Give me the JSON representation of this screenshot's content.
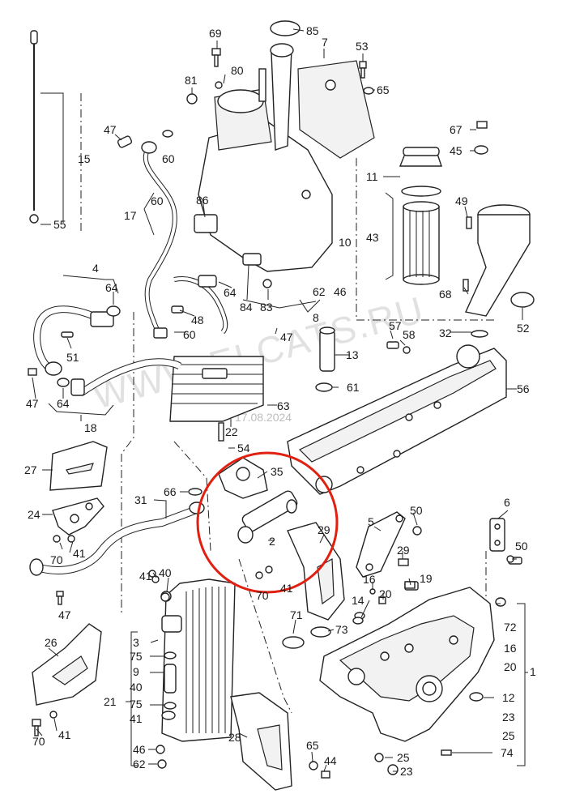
{
  "watermark": {
    "text": "WWW.ELCATS.RU",
    "date": "17.08.2024"
  },
  "highlight_color": "#e02010",
  "callouts": [
    {
      "id": "c85",
      "text": "85"
    },
    {
      "id": "c7",
      "text": "7"
    },
    {
      "id": "c69",
      "text": "69"
    },
    {
      "id": "c53",
      "text": "53"
    },
    {
      "id": "c65a",
      "text": "65"
    },
    {
      "id": "c80",
      "text": "80"
    },
    {
      "id": "c81",
      "text": "81"
    },
    {
      "id": "c15",
      "text": "15"
    },
    {
      "id": "c55",
      "text": "55"
    },
    {
      "id": "c47a",
      "text": "47"
    },
    {
      "id": "c60a",
      "text": "60"
    },
    {
      "id": "c67",
      "text": "67"
    },
    {
      "id": "c45",
      "text": "45"
    },
    {
      "id": "c11",
      "text": "11"
    },
    {
      "id": "c60b",
      "text": "60"
    },
    {
      "id": "c17",
      "text": "17"
    },
    {
      "id": "c86",
      "text": "86"
    },
    {
      "id": "c49",
      "text": "49"
    },
    {
      "id": "c43",
      "text": "43"
    },
    {
      "id": "c10",
      "text": "10"
    },
    {
      "id": "c4",
      "text": "4"
    },
    {
      "id": "c64a",
      "text": "64"
    },
    {
      "id": "c84",
      "text": "84"
    },
    {
      "id": "c83",
      "text": "83"
    },
    {
      "id": "c64b",
      "text": "64"
    },
    {
      "id": "c62a",
      "text": "62"
    },
    {
      "id": "c46a",
      "text": "46"
    },
    {
      "id": "c68",
      "text": "68"
    },
    {
      "id": "c52",
      "text": "52"
    },
    {
      "id": "c8",
      "text": "8"
    },
    {
      "id": "c48",
      "text": "48"
    },
    {
      "id": "c51",
      "text": "51"
    },
    {
      "id": "c60c",
      "text": "60"
    },
    {
      "id": "c47b",
      "text": "47"
    },
    {
      "id": "c13",
      "text": "13"
    },
    {
      "id": "c57",
      "text": "57"
    },
    {
      "id": "c58",
      "text": "58"
    },
    {
      "id": "c32",
      "text": "32"
    },
    {
      "id": "c61",
      "text": "61"
    },
    {
      "id": "c47c",
      "text": "47"
    },
    {
      "id": "c64c",
      "text": "64"
    },
    {
      "id": "c63",
      "text": "63"
    },
    {
      "id": "c56",
      "text": "56"
    },
    {
      "id": "c18",
      "text": "18"
    },
    {
      "id": "c22",
      "text": "22"
    },
    {
      "id": "c54",
      "text": "54"
    },
    {
      "id": "c27",
      "text": "27"
    },
    {
      "id": "c35",
      "text": "35"
    },
    {
      "id": "c66",
      "text": "66"
    },
    {
      "id": "c31",
      "text": "31"
    },
    {
      "id": "c6",
      "text": "6"
    },
    {
      "id": "c24",
      "text": "24"
    },
    {
      "id": "c5",
      "text": "5"
    },
    {
      "id": "c50a",
      "text": "50"
    },
    {
      "id": "c50b",
      "text": "50"
    },
    {
      "id": "c2",
      "text": "2"
    },
    {
      "id": "c29a",
      "text": "29"
    },
    {
      "id": "c29b",
      "text": "29"
    },
    {
      "id": "c70a",
      "text": "70"
    },
    {
      "id": "c41a",
      "text": "41"
    },
    {
      "id": "c47d",
      "text": "47"
    },
    {
      "id": "c70b",
      "text": "70"
    },
    {
      "id": "c41b",
      "text": "41"
    },
    {
      "id": "c16a",
      "text": "16"
    },
    {
      "id": "c20a",
      "text": "20"
    },
    {
      "id": "c19",
      "text": "19"
    },
    {
      "id": "c41c",
      "text": "41"
    },
    {
      "id": "c40a",
      "text": "40"
    },
    {
      "id": "c14",
      "text": "14"
    },
    {
      "id": "c72",
      "text": "72"
    },
    {
      "id": "c71",
      "text": "71"
    },
    {
      "id": "c73",
      "text": "73"
    },
    {
      "id": "c16b",
      "text": "16"
    },
    {
      "id": "c20b",
      "text": "20"
    },
    {
      "id": "c1",
      "text": "1"
    },
    {
      "id": "c26",
      "text": "26"
    },
    {
      "id": "c3",
      "text": "3"
    },
    {
      "id": "c75a",
      "text": "75"
    },
    {
      "id": "c9",
      "text": "9"
    },
    {
      "id": "c40b",
      "text": "40"
    },
    {
      "id": "c21",
      "text": "21"
    },
    {
      "id": "c75b",
      "text": "75"
    },
    {
      "id": "c41d",
      "text": "41"
    },
    {
      "id": "c12",
      "text": "12"
    },
    {
      "id": "c23a",
      "text": "23"
    },
    {
      "id": "c25a",
      "text": "25"
    },
    {
      "id": "c70c",
      "text": "70"
    },
    {
      "id": "c41e",
      "text": "41"
    },
    {
      "id": "c28",
      "text": "28"
    },
    {
      "id": "c65b",
      "text": "65"
    },
    {
      "id": "c44",
      "text": "44"
    },
    {
      "id": "c25b",
      "text": "25"
    },
    {
      "id": "c74",
      "text": "74"
    },
    {
      "id": "c46b",
      "text": "46"
    },
    {
      "id": "c62b",
      "text": "62"
    },
    {
      "id": "c23b",
      "text": "23"
    }
  ]
}
